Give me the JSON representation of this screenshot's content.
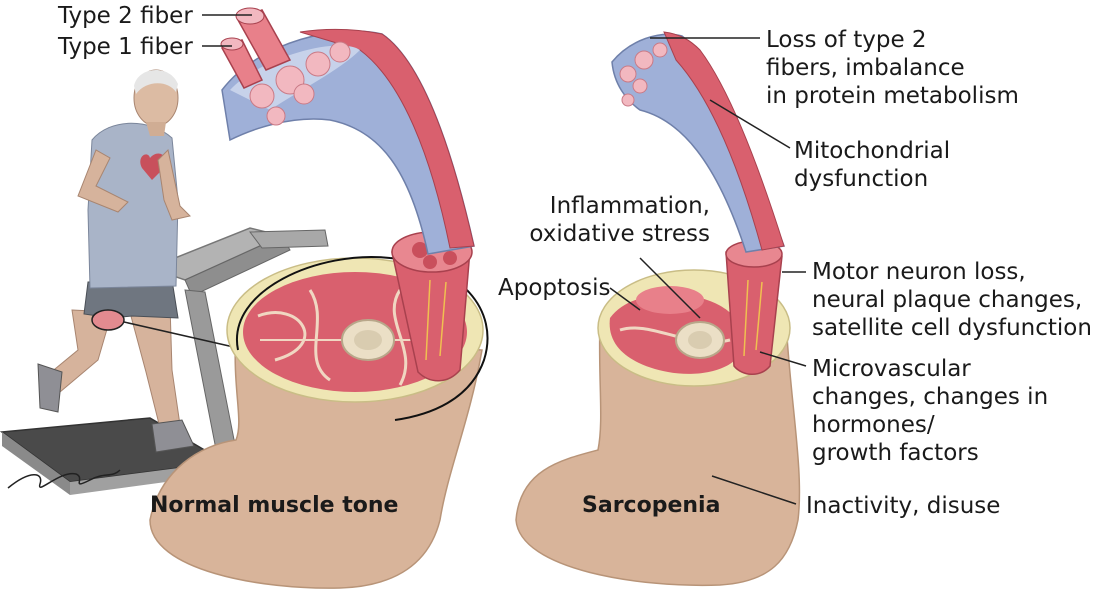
{
  "labels": {
    "type2_fiber": "Type 2 fiber",
    "type1_fiber": "Type 1 fiber",
    "loss_type2": [
      "Loss of type 2",
      "fibers, imbalance",
      "in protein metabolism"
    ],
    "mitochondrial": [
      "Mitochondrial",
      "dysfunction"
    ],
    "inflammation": [
      "Inflammation,",
      "oxidative stress"
    ],
    "apoptosis": "Apoptosis",
    "motor_neuron": [
      "Motor neuron loss,",
      "neural plaque changes,",
      "satellite cell dysfunction"
    ],
    "microvascular": [
      "Microvascular",
      "changes, changes in",
      "hormones/",
      "growth factors"
    ],
    "inactivity": "Inactivity, disuse",
    "normal_tone": "Normal muscle tone",
    "sarcopenia": "Sarcopenia"
  },
  "colors": {
    "muscle_red": "#d9606e",
    "muscle_pink": "#f2b8c0",
    "fascia_blue": "#9fb0d8",
    "fat_yellow": "#efe6b4",
    "skin": "#d8b49a",
    "shirt": "#a9b4c8",
    "shorts": "#6f7680",
    "treadmill": "#9d9d9d"
  }
}
